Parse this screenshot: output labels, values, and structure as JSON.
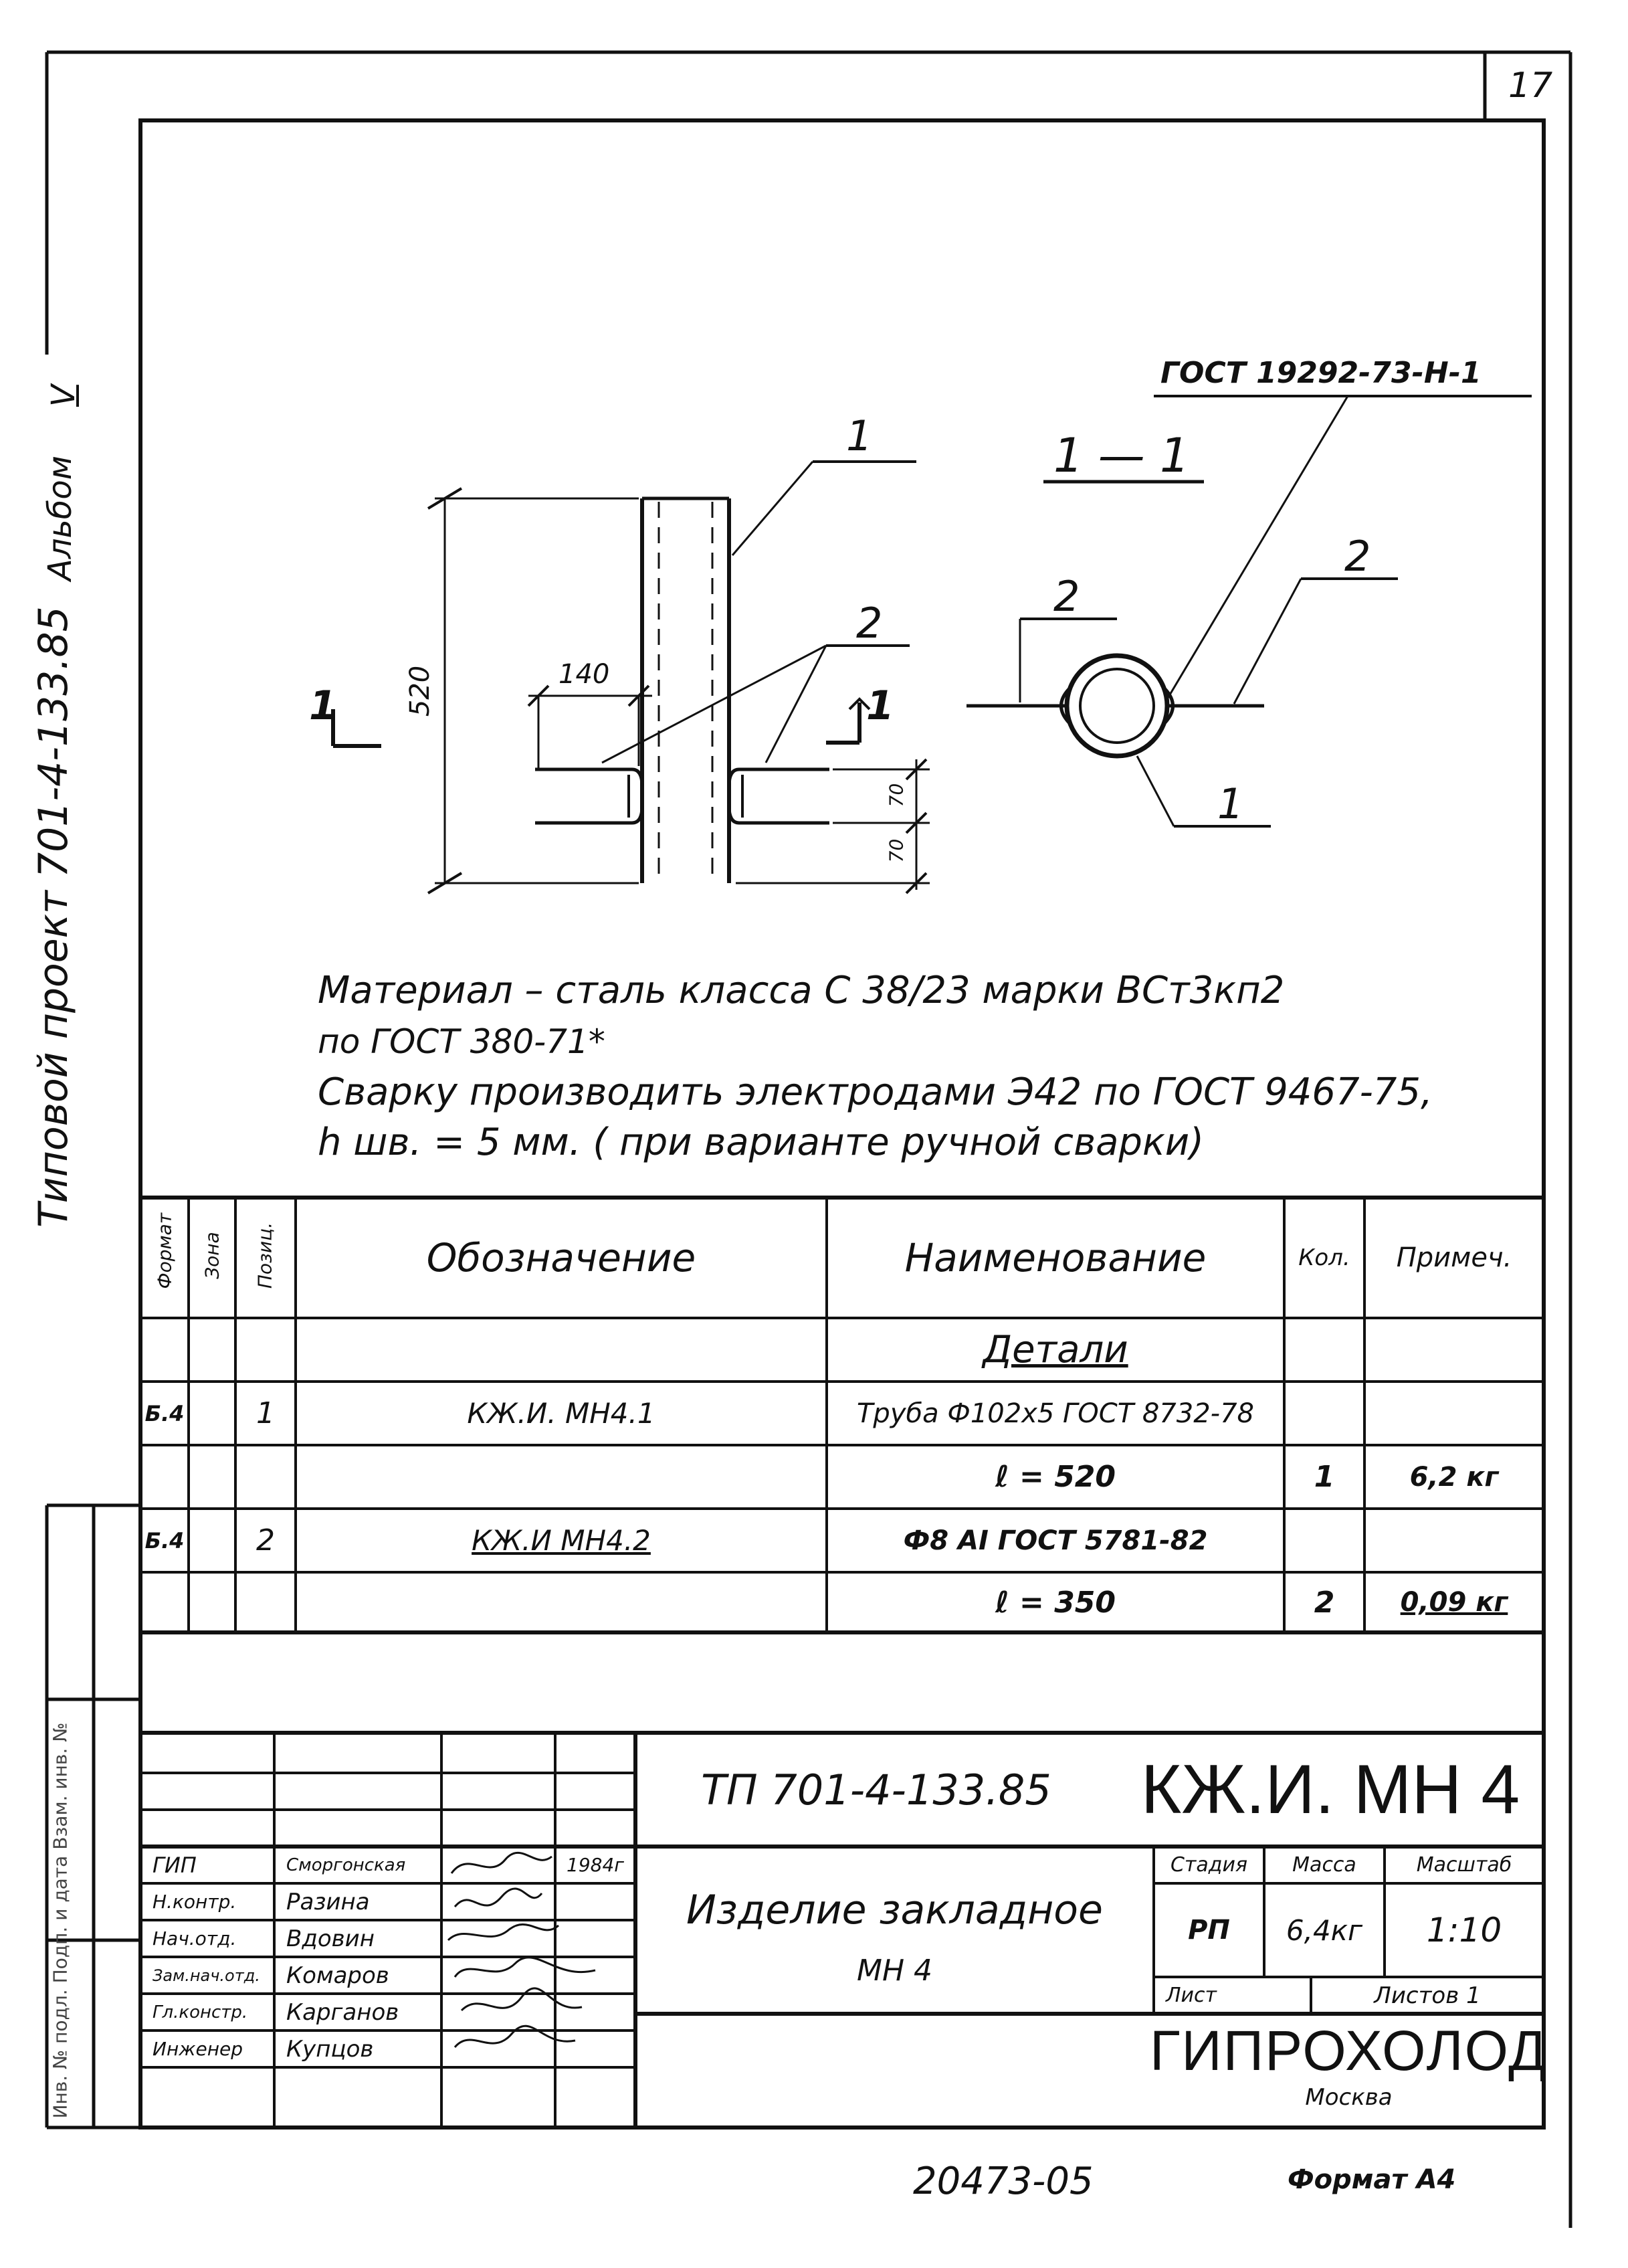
{
  "sheet_number": "17",
  "side_note": {
    "project_text": "Типовой проект 701-4-133.85",
    "album_text": "Альбом",
    "album_number": "V"
  },
  "side_strip_note": "Инв. № подл. Подп. и дата Взам. инв. №",
  "drawing": {
    "gost_label": "ГОСТ 19292-73-Н-1",
    "section_label": "1 — 1",
    "cut_mark_left": "1",
    "cut_mark_right": "1",
    "leader_labels": {
      "pos1_top": "1",
      "pos2_top": "2",
      "pos2_left_section": "2",
      "pos2_right_section": "2",
      "pos1_section": "1"
    },
    "dimensions": {
      "height": "520",
      "width": "140",
      "offset_a": "70",
      "offset_b": "70"
    }
  },
  "notes": [
    "Материал – сталь класса С 38/23 марки ВСт3кп2",
    "по ГОСТ  380-71*",
    "Сварку  производить электродами Э42  по ГОСТ 9467-75,",
    "h шв. = 5 мм. ( при варианте ручной сварки)"
  ],
  "spec_table": {
    "headers": {
      "format": "Формат",
      "zone": "Зона",
      "pos": "Позиц.",
      "designation": "Обозначение",
      "name": "Наименование",
      "qty": "Кол.",
      "note": "Примеч."
    },
    "section_title": "Детали",
    "rows": [
      {
        "format": "Б.4",
        "zone": "",
        "pos": "1",
        "designation": "КЖ.И.  МН4.1",
        "name": "Труба Ф102х5 ГОСТ 8732-78",
        "qty": "",
        "note": ""
      },
      {
        "format": "",
        "zone": "",
        "pos": "",
        "designation": "",
        "name": "ℓ = 520",
        "qty": "1",
        "note": "6,2 кг"
      },
      {
        "format": "Б.4",
        "zone": "",
        "pos": "2",
        "designation": "КЖ.И  МН4.2",
        "name": "Ф8 АI  ГОСТ 5781-82",
        "qty": "",
        "note": ""
      },
      {
        "format": "",
        "zone": "",
        "pos": "",
        "designation": "",
        "name": "ℓ = 350",
        "qty": "2",
        "note": "0,09 кг"
      }
    ]
  },
  "title_block": {
    "project_code": "ТП 701-4-133.85",
    "doc_code": "КЖ.И. МН 4",
    "item_name_line1": "Изделие закладное",
    "item_name_line2": "МН 4",
    "stage_header": "Стадия",
    "mass_header": "Масса",
    "scale_header": "Масштаб",
    "stage": "РП",
    "mass": "6,4кг",
    "scale": "1:10",
    "sheet_label": "Лист",
    "sheets_label": "Листов 1",
    "org": "ГИПРОХОЛОД",
    "city": "Москва",
    "year": "1984г",
    "signers": [
      {
        "role": "ГИП",
        "name": "Сморгонская"
      },
      {
        "role": "Н.контр.",
        "name": "Разина"
      },
      {
        "role": "Нач.отд.",
        "name": "Вдовин"
      },
      {
        "role": "Зам.нач.отд.",
        "name": "Комаров"
      },
      {
        "role": "Гл.констр.",
        "name": "Карганов"
      },
      {
        "role": "Инженер",
        "name": "Купцов"
      }
    ]
  },
  "footer": {
    "inventory_number": "20473-05",
    "format": "Формат А4"
  }
}
